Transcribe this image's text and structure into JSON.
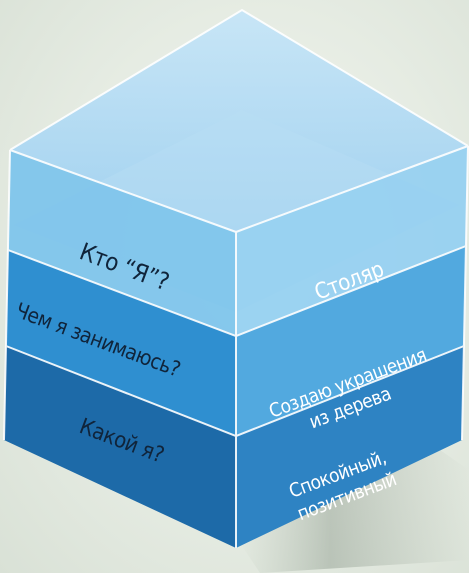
{
  "layers": [
    {
      "left_label": "Кто “Я”?",
      "right_label_lines": [
        "Столяр"
      ]
    },
    {
      "left_label": "Чем я занимаюсь?",
      "right_label_lines": [
        "Создаю украшения",
        "из дерева"
      ]
    },
    {
      "left_label": "Какой я?",
      "right_label_lines": [
        "Спокойный,",
        "позитивный"
      ]
    }
  ],
  "colors": {
    "top_face": "#a9d6f2",
    "layer1_left": "#7cc3ec",
    "layer1_right": "#94cff1",
    "layer2_left": "#2f8fd0",
    "layer2_right": "#52a9df",
    "layer3_left": "#1d6aa8",
    "layer3_right": "#2e83c3",
    "edge": "#ffffff"
  }
}
